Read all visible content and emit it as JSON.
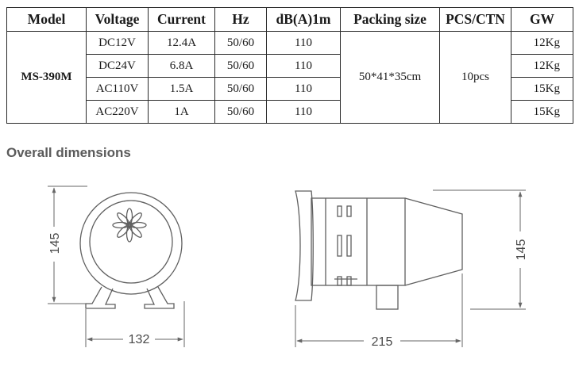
{
  "table": {
    "headers": [
      "Model",
      "Voltage",
      "Current",
      "Hz",
      "dB(A)1m",
      "Packing size",
      "PCS/CTN",
      "GW"
    ],
    "model": "MS-390M",
    "packing_size": "50*41*35cm",
    "pcs_ctn": "10pcs",
    "rows": [
      {
        "voltage": "DC12V",
        "current": "12.4A",
        "hz": "50/60",
        "db": "110",
        "gw": "12Kg"
      },
      {
        "voltage": "DC24V",
        "current": "6.8A",
        "hz": "50/60",
        "db": "110",
        "gw": "12Kg"
      },
      {
        "voltage": "AC110V",
        "current": "1.5A",
        "hz": "50/60",
        "db": "110",
        "gw": "15Kg"
      },
      {
        "voltage": "AC220V",
        "current": "1A",
        "hz": "50/60",
        "db": "110",
        "gw": "15Kg"
      }
    ]
  },
  "section": {
    "heading": "Overall dimensions"
  },
  "dimensions": {
    "front_height": "145",
    "front_width": "132",
    "side_height": "145",
    "side_length": "215"
  }
}
